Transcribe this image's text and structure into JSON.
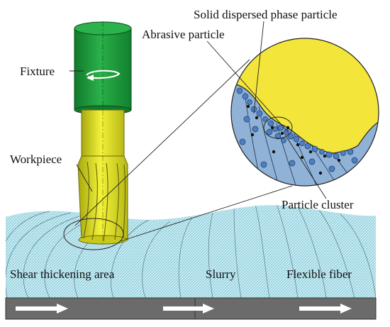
{
  "labels": {
    "solid_particle": "Solid dispersed phase particle",
    "abrasive_particle": "Abrasive particle",
    "fixture": "Fixture",
    "workpiece": "Workpiece",
    "particle_cluster": "Particle cluster",
    "shear_thickening_area": "Shear thickening area",
    "slurry": "Slurry",
    "flexible_fiber": "Flexible fiber"
  },
  "colors": {
    "fixture": "#1e9a3a",
    "workpiece": "#e0e01a",
    "slurry": "#bfe4ee",
    "slurry_stripe": "#6fc3d4",
    "magnified_fluid": "#8fb2d6",
    "magnified_surface": "#f3e53a",
    "particle": "#4e7fc2",
    "abrasive": "#111111",
    "base_plate": "#6b6b6b",
    "flow_arrow": "#ffffff"
  },
  "icons": {
    "rotation": "rotation-arrow-icon",
    "flow": "flow-arrow-icon"
  }
}
